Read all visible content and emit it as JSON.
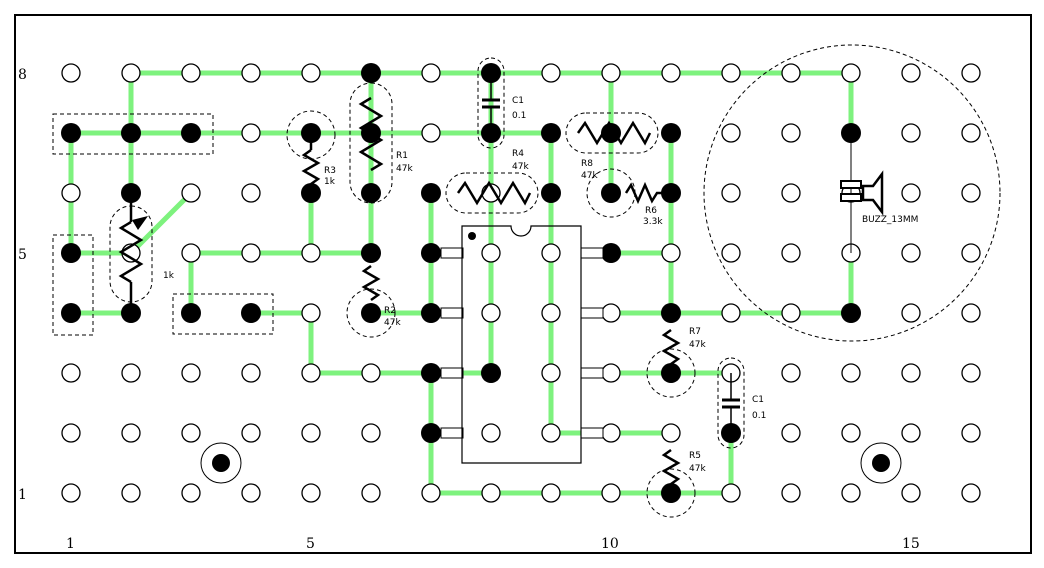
{
  "axis": {
    "columns": [
      "1",
      "5",
      "10",
      "15"
    ],
    "rows": [
      "8",
      "5",
      "1"
    ]
  },
  "components": {
    "c1_top": {
      "name": "C1",
      "value": "0.1"
    },
    "c1_right": {
      "name": "C1",
      "value": "0.1"
    },
    "r1": {
      "name": "R1",
      "value": "47k"
    },
    "r2": {
      "name": "R2",
      "value": "47k"
    },
    "r3": {
      "name": "R3",
      "value": "1k"
    },
    "r4": {
      "name": "R4",
      "value": "47k"
    },
    "r5": {
      "name": "R5",
      "value": "47k"
    },
    "r6": {
      "name": "R6",
      "value": "3.3k"
    },
    "r7": {
      "name": "R7",
      "value": "47k"
    },
    "r8": {
      "name": "R8",
      "value": "47k"
    },
    "pot": {
      "value": "1k"
    },
    "buzzer": {
      "name": "BUZZ_13MM"
    }
  },
  "colors": {
    "trace": "#7ef27e",
    "pad_open": "#ffffff",
    "pad_used": "#000000",
    "outline": "#000000"
  }
}
